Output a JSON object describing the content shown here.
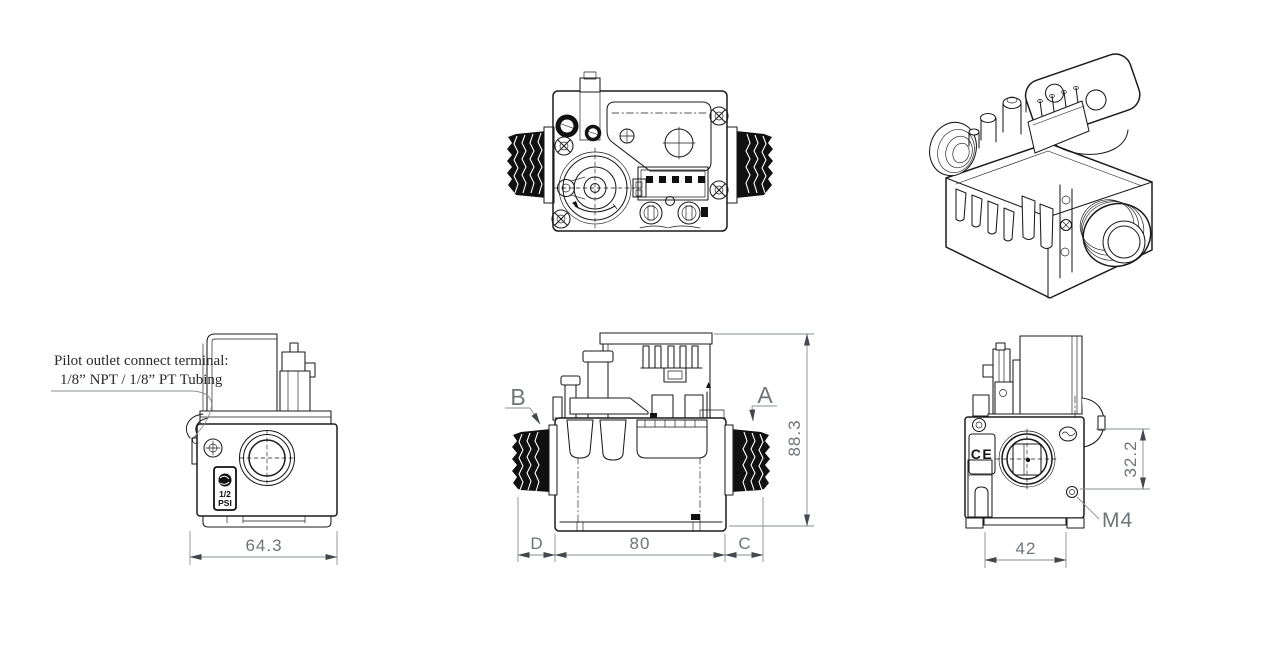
{
  "note": {
    "line1": "Pilot outlet connect terminal:",
    "line2": "1/8”  NPT / 1/8”  PT Tubing"
  },
  "dimensions": {
    "side_width": "64.3",
    "front_width": "80",
    "front_height": "88.3",
    "right_width": "42",
    "right_offset": "32.2"
  },
  "labels": {
    "port_b": "B",
    "port_a": "A",
    "dim_d": "D",
    "dim_c": "C",
    "screw_thread": "M4"
  },
  "markings": {
    "pressure_rating_line1": "1/2",
    "pressure_rating_line2": "PSI",
    "ce_mark": "CE"
  },
  "colors": {
    "part_line": "#1b1b1b",
    "dimension_line": "#8a8f94",
    "dimension_text": "#6f7478",
    "background": "#ffffff"
  }
}
